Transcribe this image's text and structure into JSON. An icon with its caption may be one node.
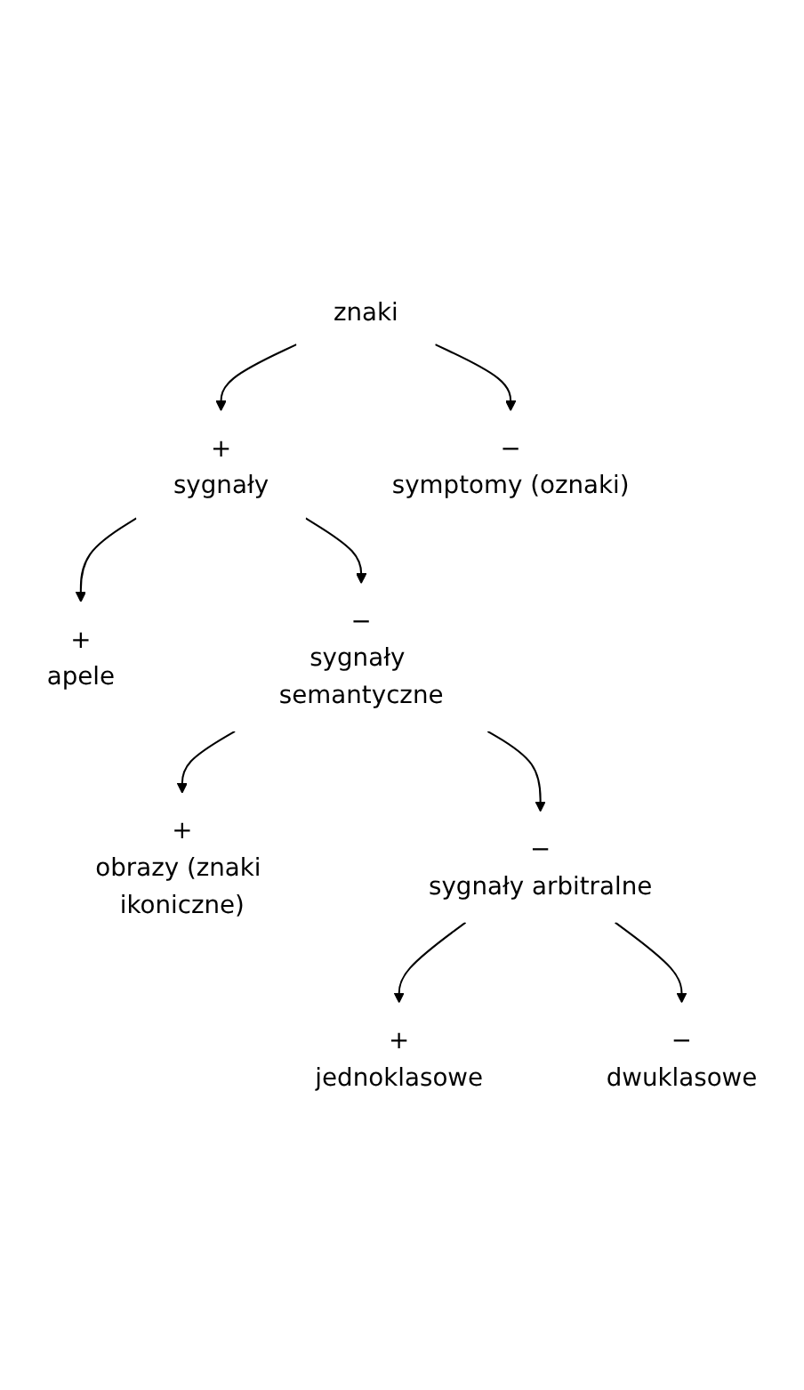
{
  "diagram": {
    "nodes": [
      {
        "text": [
          "znaki"
        ]
      },
      {
        "text": [
          "+",
          "sygnały"
        ]
      },
      {
        "text": [
          "−",
          "symptomy (oznaki)"
        ]
      },
      {
        "text": [
          "+",
          "apele"
        ]
      },
      {
        "text": [
          "−",
          "sygnały semantyczne"
        ]
      },
      {
        "text": [
          "+",
          "obrazy (znaki ikoniczne)"
        ]
      },
      {
        "text": [
          "−",
          "sygnały arbitralne"
        ]
      },
      {
        "text": [
          "+",
          "jednoklasowe"
        ]
      },
      {
        "text": [
          "−",
          "dwuklasowe"
        ]
      }
    ],
    "edges": [
      {
        "from": 0,
        "to": 1,
        "arrow": "to"
      },
      {
        "from": 0,
        "to": 2,
        "arrow": "to"
      },
      {
        "from": 1,
        "to": 3,
        "arrow": "to"
      },
      {
        "from": 1,
        "to": 4,
        "arrow": "to"
      },
      {
        "from": 4,
        "to": 5,
        "arrow": "to"
      },
      {
        "from": 4,
        "to": 6,
        "arrow": "to"
      },
      {
        "from": 6,
        "to": 7,
        "arrow": "to"
      },
      {
        "from": 6,
        "to": 8,
        "arrow": "to"
      }
    ]
  }
}
